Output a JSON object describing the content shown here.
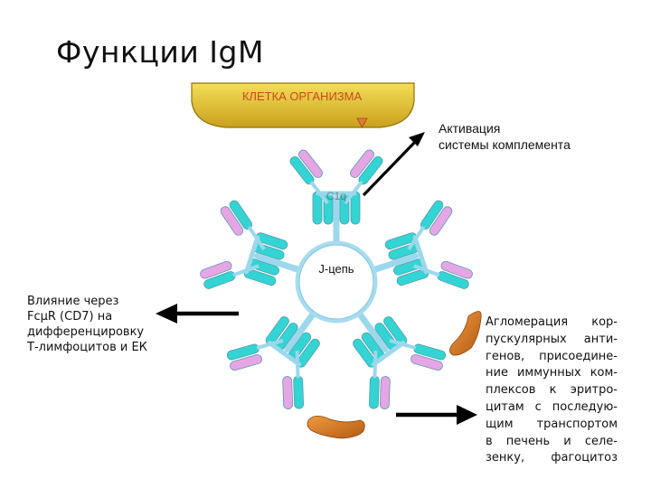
{
  "title": "Функции IgM",
  "cell_label": "КЛЕТКА ОРГАНИЗМА",
  "c1q_label": "C1q",
  "chain_label": "J-цепь",
  "activation_lines": [
    "Активация",
    "системы комплемента"
  ],
  "influence_lines": [
    "Влияние через",
    "FcμR (CD7) на",
    "дифференцировку",
    "Т-лимфоцитов и ЕК"
  ],
  "agglomeration_lines": [
    "Агломерация кор-",
    "пускулярных анти-",
    "генов, присоедине-",
    "ние иммунных ком-",
    "плексов к эритро-",
    "цитам с последую-",
    "щим транспортом",
    "в печень и селе-",
    "зенку, фагоцитоз"
  ],
  "colors": {
    "heavy_chain": "#33d4d4",
    "light_chain": "#e6a6e6",
    "hinge": "#9bd8ec",
    "cell": "#e8c832",
    "antigen": "#e07a2a",
    "arrow": "#000000"
  }
}
